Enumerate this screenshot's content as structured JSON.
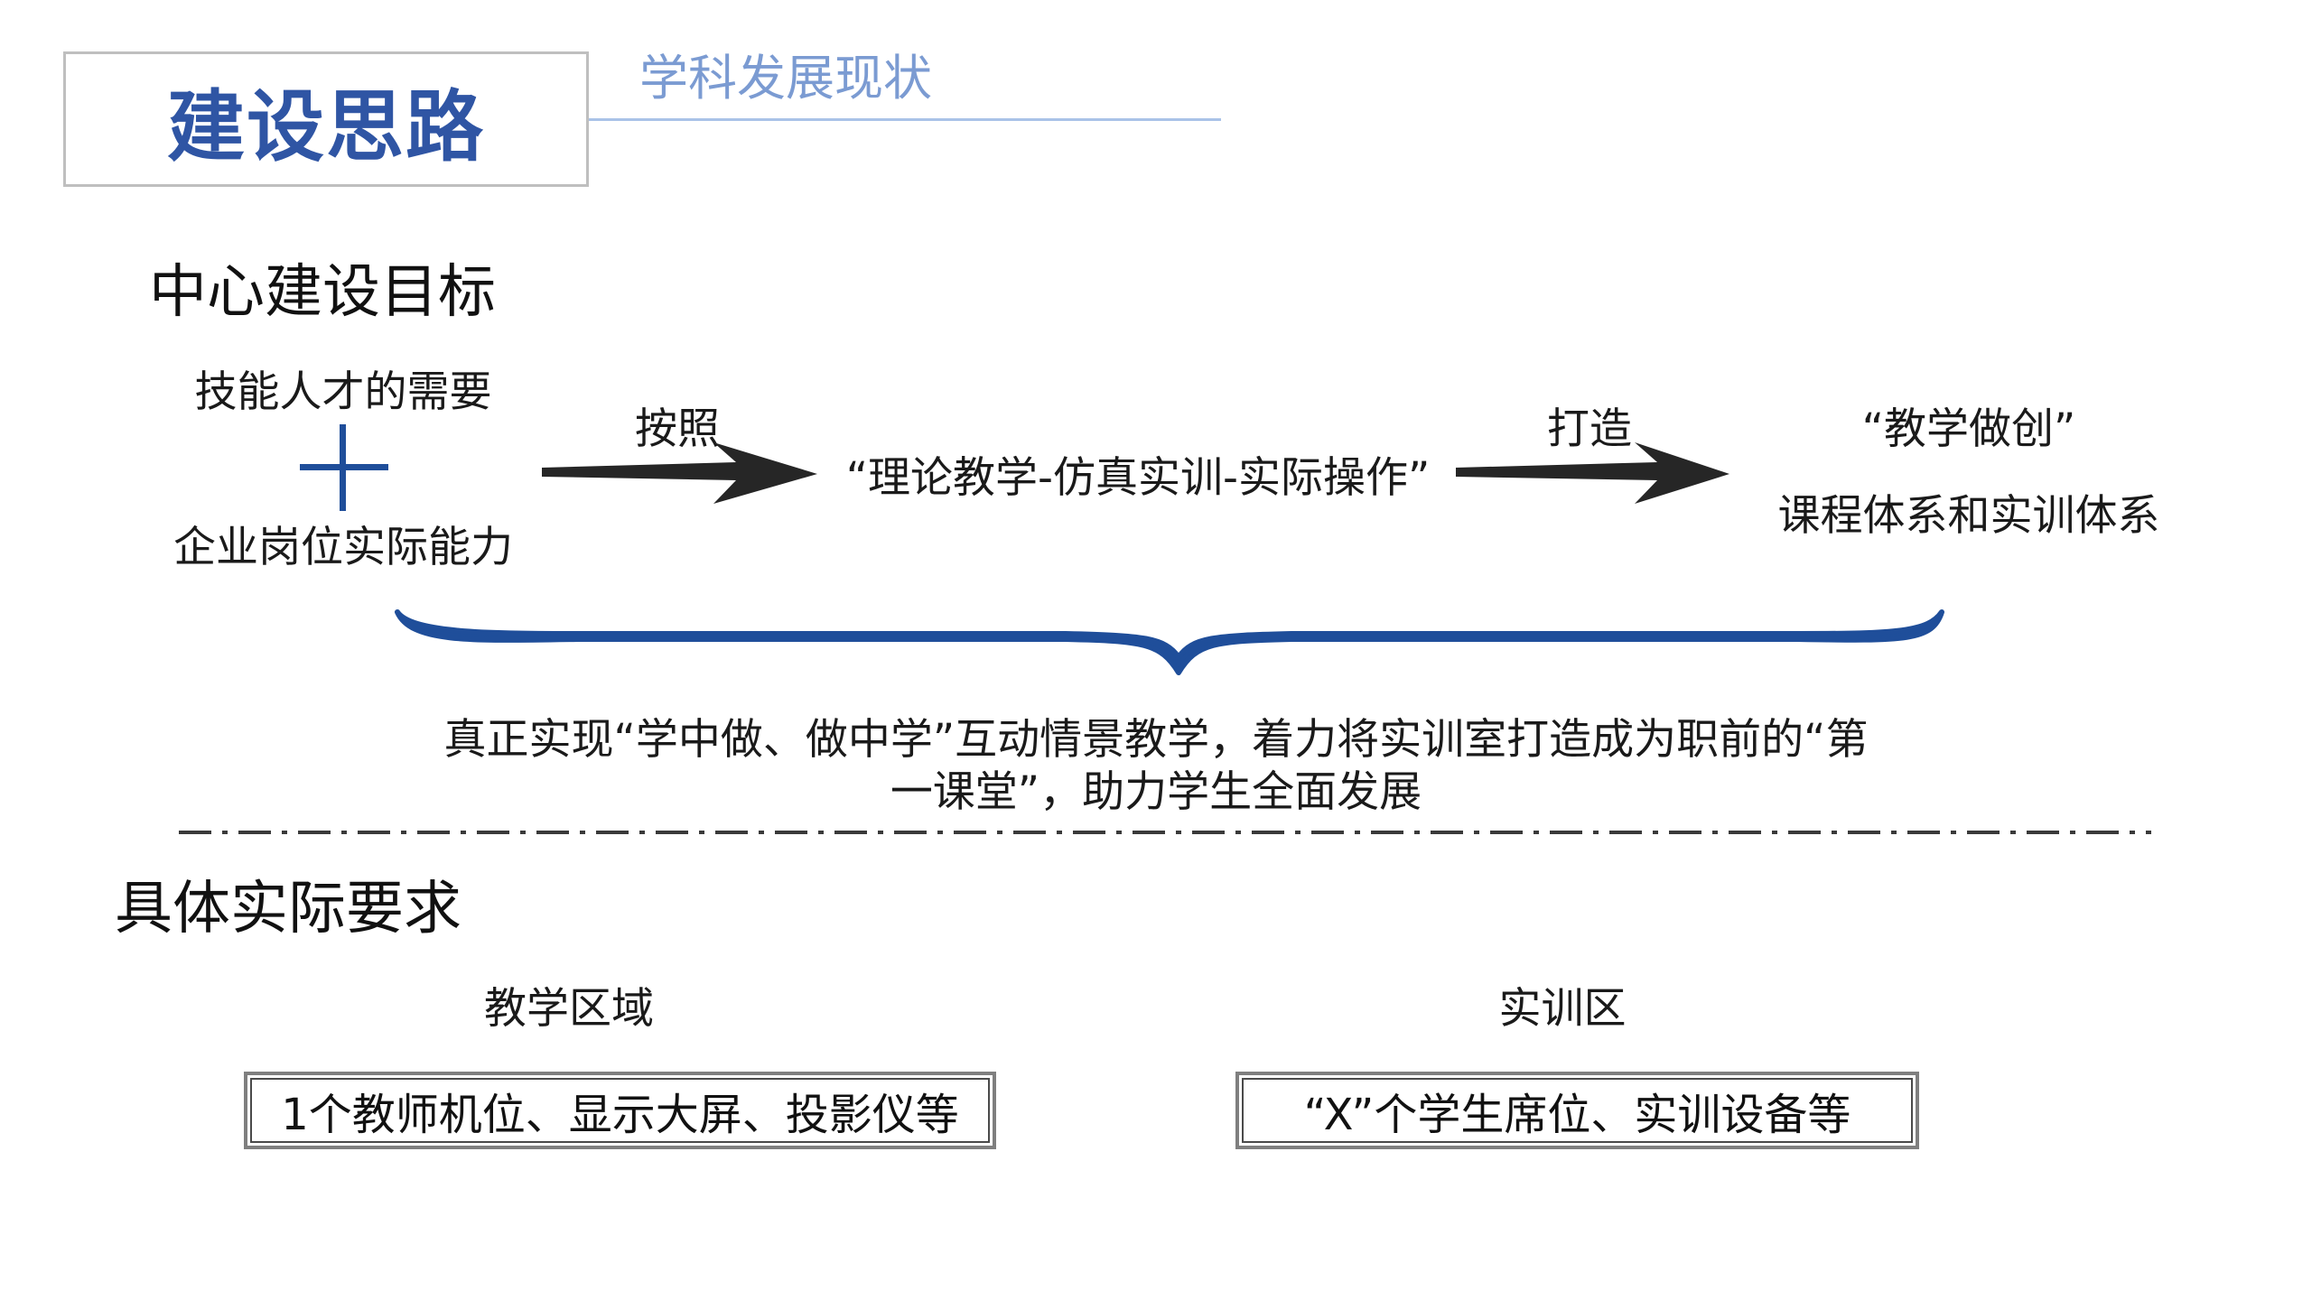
{
  "header": {
    "title": "建设思路",
    "subtitle": "学科发展现状"
  },
  "goal_section": {
    "heading": "中心建设目标",
    "left_top": "技能人才的需要",
    "left_bottom": "企业岗位实际能力",
    "arrow1_label": "按照",
    "middle_text": "“理论教学-仿真实训-实际操作”",
    "arrow2_label": "打造",
    "right_line1": "“教学做创”",
    "right_line2": "课程体系和实训体系",
    "summary_line1": "真正实现“学中做、做中学”互动情景教学，着力将实训室打造成为职前的“第",
    "summary_line2": "一课堂”，助力学生全面发展"
  },
  "requirements_section": {
    "heading": "具体实际要求",
    "teaching_area": {
      "label": "教学区域",
      "content": "1个教师机位、显示大屏、投影仪等"
    },
    "training_area": {
      "label": "实训区",
      "content": "“X”个学生席位、实训设备等"
    }
  },
  "colors": {
    "brand_blue": "#2f55a4",
    "subtitle_blue": "#7b9bd2",
    "brace_blue": "#1f4e9a",
    "arrow_dark": "#262626"
  }
}
